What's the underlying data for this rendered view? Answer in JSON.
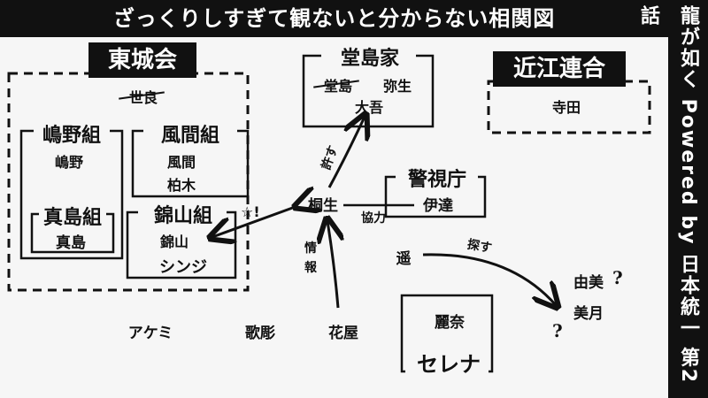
{
  "title": "ざっくりしすぎて観ないと分からない相関図",
  "sidebar": "龍が如く Powered by 日本統一 第2話",
  "groups": {
    "toujoukai": "東城会",
    "sera": "世良",
    "shimano_gumi": "嶋野組",
    "shimano": "嶋野",
    "kazama_gumi": "風間組",
    "kazama": "風間",
    "kashiwagi": "柏木",
    "majima_gumi": "真島組",
    "majima": "真島",
    "nishikiyama_gumi": "錦山組",
    "nishikiyama": "錦山",
    "shinji": "シンジ",
    "doujima_ke": "堂島家",
    "doujima": "堂島",
    "yayoi": "弥生",
    "daigo": "大吾",
    "oumi_rengou": "近江連合",
    "terada": "寺田",
    "keishichou": "警視庁",
    "date": "伊達"
  },
  "people": {
    "kiryu": "桐生",
    "haruka": "遥",
    "yumi": "由美",
    "mizuki": "美月",
    "reina": "麗奈",
    "serena": "セレナ",
    "akemi": "アケミ",
    "utahiko": "歌彫",
    "hanaya": "花屋"
  },
  "annotations": {
    "yurusu": "許す",
    "kyouryoku": "協力",
    "jouhou_1": "情",
    "jouhou_2": "報",
    "sagasu": "探す",
    "star": "☆!",
    "q1": "?",
    "q2": "?"
  }
}
